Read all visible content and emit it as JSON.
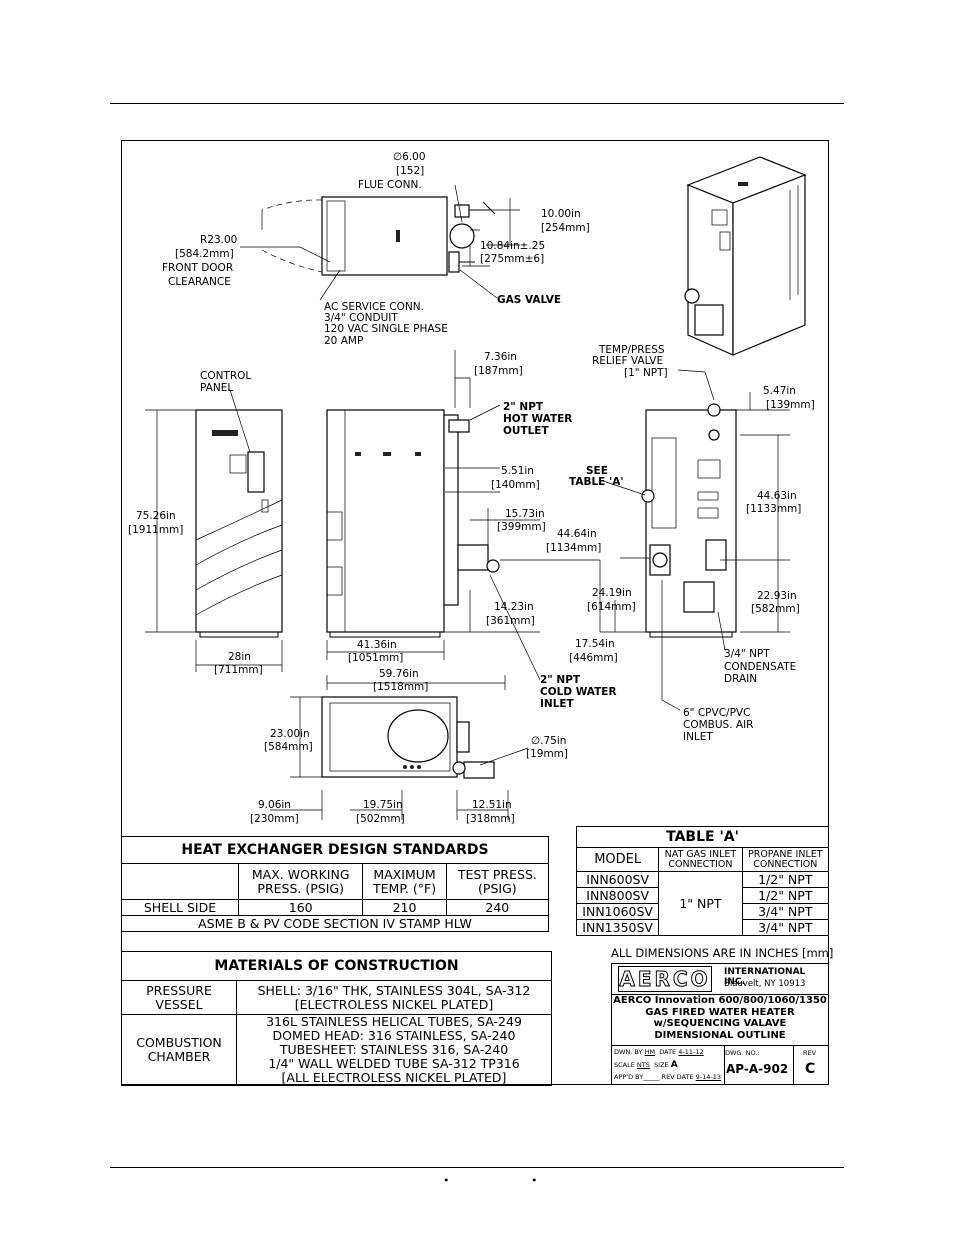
{
  "labels": {
    "flue_dia": "∅6.00",
    "flue_mm": "[152]",
    "flue_conn": "FLUE CONN.",
    "dim_1000": "10.00in",
    "dim_254": "[254mm]",
    "dim_1084": "10.84in±.25",
    "dim_275": "[275mm±6]",
    "r23": "R23.00",
    "r584": "[584.2mm]",
    "front_door": "FRONT DOOR",
    "clearance": "CLEARANCE",
    "gas_valve": "GAS VALVE",
    "ac1": "AC SERVICE CONN.",
    "ac2": "3/4\" CONDUIT",
    "ac3": "120 VAC  SINGLE PHASE",
    "ac4": "20 AMP",
    "dim_736": "7.36in",
    "dim_187": "[187mm]",
    "tp1": "TEMP/PRESS",
    "tp2": "RELIEF VALVE",
    "tp3": "[1\" NPT]",
    "dim_547": "5.47in",
    "dim_139": "[139mm]",
    "cp1": "CONTROL",
    "cp2": "PANEL",
    "hw1": "2\" NPT",
    "hw2": "HOT WATER",
    "hw3": "OUTLET",
    "dim_7526": "75.26in",
    "dim_1911": "[1911mm]",
    "dim_551": "5.51in",
    "dim_140": "[140mm]",
    "see1": "SEE",
    "see2": "TABLE 'A'",
    "dim_4463": "44.63in",
    "dim_1133": "[1133mm]",
    "dim_1573": "15.73in",
    "dim_399": "[399mm]",
    "dim_4464": "44.64in",
    "dim_1134": "[1134mm]",
    "dim_2419": "24.19in",
    "dim_614": "[614mm]",
    "dim_2293": "22.93in",
    "dim_582": "[582mm]",
    "dim_1423": "14.23in",
    "dim_361": "[361mm]",
    "dim_1754": "17.54in",
    "dim_446": "[446mm]",
    "dim_28": "28in",
    "dim_711": "[711mm]",
    "dim_4136": "41.36in",
    "dim_1051": "[1051mm]",
    "cd1": "3/4\" NPT",
    "cd2": "CONDENSATE",
    "cd3": "DRAIN",
    "dim_5976": "59.76in",
    "dim_1518": "[1518mm]",
    "cw1": "2\" NPT",
    "cw2": "COLD WATER",
    "cw3": "INLET",
    "ca1": "6\" CPVC/PVC",
    "ca2": "COMBUS. AIR",
    "ca3": "INLET",
    "dim_2300": "23.00in",
    "dim_584": "[584mm]",
    "dim_075": "∅.75in",
    "dim_19": "[19mm]",
    "dim_906": "9.06in",
    "dim_230": "[230mm]",
    "dim_1975": "19.75in",
    "dim_502": "[502mm]",
    "dim_1251": "12.51in",
    "dim_318": "[318mm]"
  },
  "hx_table": {
    "title": "HEAT EXCHANGER DESIGN STANDARDS",
    "col1": [
      "MAX. WORKING",
      "PRESS. (PSIG)"
    ],
    "col2": [
      "MAXIMUM",
      "TEMP. (°F)"
    ],
    "col3": [
      "TEST PRESS.",
      "(PSIG)"
    ],
    "row_label": "SHELL SIDE",
    "v1": "160",
    "v2": "210",
    "v3": "240",
    "asme": "ASME B & PV CODE SECTION IV  STAMP HLW"
  },
  "materials": {
    "title": "MATERIALS OF CONSTRUCTION",
    "pv_label": "PRESSURE VESSEL",
    "pv_lines": [
      "SHELL:  3/16\" THK, STAINLESS 304L, SA-312",
      "[ELECTROLESS NICKEL PLATED]"
    ],
    "cc_label": [
      "COMBUSTION",
      "CHAMBER"
    ],
    "cc_lines": [
      "316L STAINLESS HELICAL TUBES, SA-249",
      "DOMED HEAD: 316 STAINLESS, SA-240",
      "TUBESHEET:  STAINLESS 316, SA-240",
      "1/4\"  WALL WELDED TUBE SA-312  TP316",
      "[ALL ELECTROLESS NICKEL PLATED]"
    ]
  },
  "table_a": {
    "title": "TABLE 'A'",
    "h_model": "MODEL",
    "h_nat": [
      "NAT GAS INLET",
      "CONNECTION"
    ],
    "h_prop": [
      "PROPANE INLET",
      "CONNECTION"
    ],
    "nat_value": "1\" NPT",
    "rows": [
      {
        "model": "INN600SV",
        "propane": "1/2\" NPT"
      },
      {
        "model": "INN800SV",
        "propane": "1/2\" NPT"
      },
      {
        "model": "INN1060SV",
        "propane": "3/4\" NPT"
      },
      {
        "model": "INN1350SV",
        "propane": "3/4\" NPT"
      }
    ]
  },
  "title_block": {
    "dims_note": "ALL DIMENSIONS ARE IN INCHES [mm]",
    "logo": "AERCO",
    "company": "INTERNATIONAL INC.",
    "address": "Blauvelt, NY 10913",
    "line1": "AERCO Innovation 600/800/1060/1350",
    "line2": "GAS FIRED WATER HEATER",
    "line3": "w/SEQUENCING VALAVE",
    "line4": "DIMENSIONAL  OUTLINE",
    "dwn_label": "DWN. BY",
    "dwn": "HM",
    "date_label": "DATE",
    "date": "4-11-12",
    "scale_label": "SCALE",
    "scale": "NTS",
    "size_label": "SIZE",
    "size": "A",
    "appd_label": "APP'D BY",
    "rev_date_label": "REV DATE",
    "rev_date": "9-14-13",
    "dwg_label": "DWG. NO.:",
    "dwg_no": "AP-A-902",
    "rev_label": "REV",
    "rev": "C"
  },
  "footer": {
    "bullet1": "•",
    "bullet2": "•"
  }
}
